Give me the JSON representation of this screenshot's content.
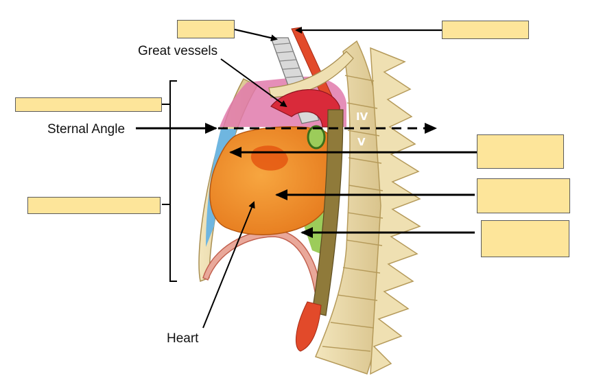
{
  "labels": {
    "great_vessels": "Great vessels",
    "sternal_angle": "Sternal Angle",
    "heart": "Heart",
    "vertebra_iv": "IV",
    "vertebra_v": "V"
  },
  "answer_boxes": [
    {
      "id": "top-left",
      "value": ""
    },
    {
      "id": "top-right",
      "value": ""
    },
    {
      "id": "left-upper",
      "value": ""
    },
    {
      "id": "left-lower",
      "value": ""
    },
    {
      "id": "right-upper",
      "value": ""
    },
    {
      "id": "right-middle",
      "value": ""
    },
    {
      "id": "right-lower",
      "value": ""
    }
  ],
  "colors": {
    "answer_box_fill": "#fde59a",
    "bone": "#e9d9a8",
    "heart": "#f28a1e",
    "aorta": "#d92a3a",
    "esophagus": "#8f7a3a",
    "anterior_space": "#6fb6e0",
    "posterior_space": "#9ccc5a",
    "superior_space": "#d66fa0"
  }
}
